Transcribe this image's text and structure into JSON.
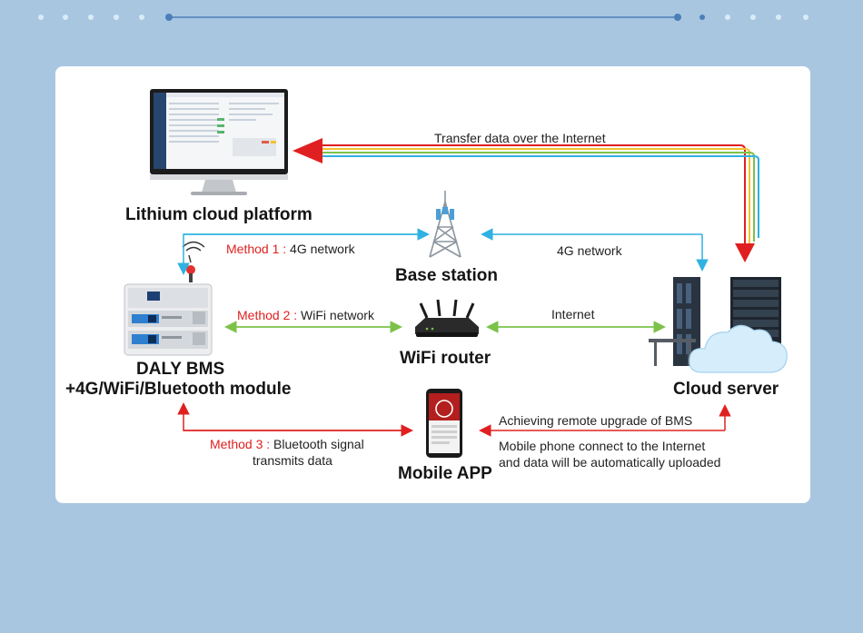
{
  "nodes": {
    "cloud_platform": "Lithium cloud platform",
    "base_station": "Base station",
    "wifi_router": "WiFi router",
    "bms_line1": "DALY BMS",
    "bms_line2": "+4G/WiFi/Bluetooth module",
    "cloud_server": "Cloud server",
    "mobile_app": "Mobile APP"
  },
  "edges": {
    "internet_transfer": "Transfer data over the Internet",
    "method1_prefix": "Method 1 :",
    "method1_text": "4G network",
    "server_4g": "4G network",
    "method2_prefix": "Method 2 :",
    "method2_text": "WiFi network",
    "router_internet": "Internet",
    "method3_prefix": "Method 3 :",
    "method3_text_line1": "Bluetooth signal",
    "method3_text_line2": "transmits data",
    "remote_upgrade": "Achieving remote upgrade of BMS",
    "phone_upload_line1": "Mobile phone connect to the Internet",
    "phone_upload_line2": "and data will be automatically uploaded"
  },
  "colors": {
    "background": "#a9c6e1",
    "method_red": "#e02020",
    "arrow_blue": "#2fb1e3",
    "arrow_green": "#7cc24a",
    "arrow_red": "#e02020",
    "arrow_yellow": "#f2c230"
  }
}
